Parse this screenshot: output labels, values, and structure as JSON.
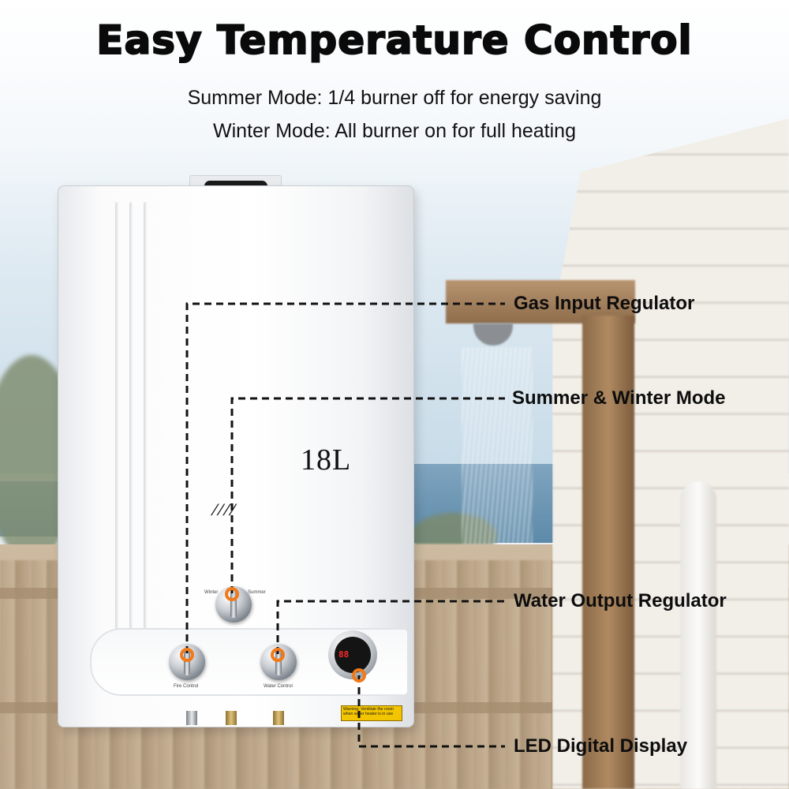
{
  "header": {
    "title": "Easy Temperature Control",
    "line1": "Summer Mode: 1/4 burner off for energy saving",
    "line2": "Winter Mode: All burner on for full heating"
  },
  "heater": {
    "model": "18L",
    "knob_fire_label": "Fire Control",
    "knob_water_label": "Water Control",
    "mode_winter_label": "Winter",
    "mode_summer_label": "Summer",
    "display_digits": "88",
    "warning_text": "Warning: Ventilate the room when water heater is in use"
  },
  "callouts": {
    "gas": "Gas Input Regulator",
    "mode": "Summer & Winter Mode",
    "water": "Water Output Regulator",
    "led": "LED Digital Display"
  },
  "colors": {
    "accent_ring": "#f07a1a",
    "leader_line": "#111111"
  }
}
